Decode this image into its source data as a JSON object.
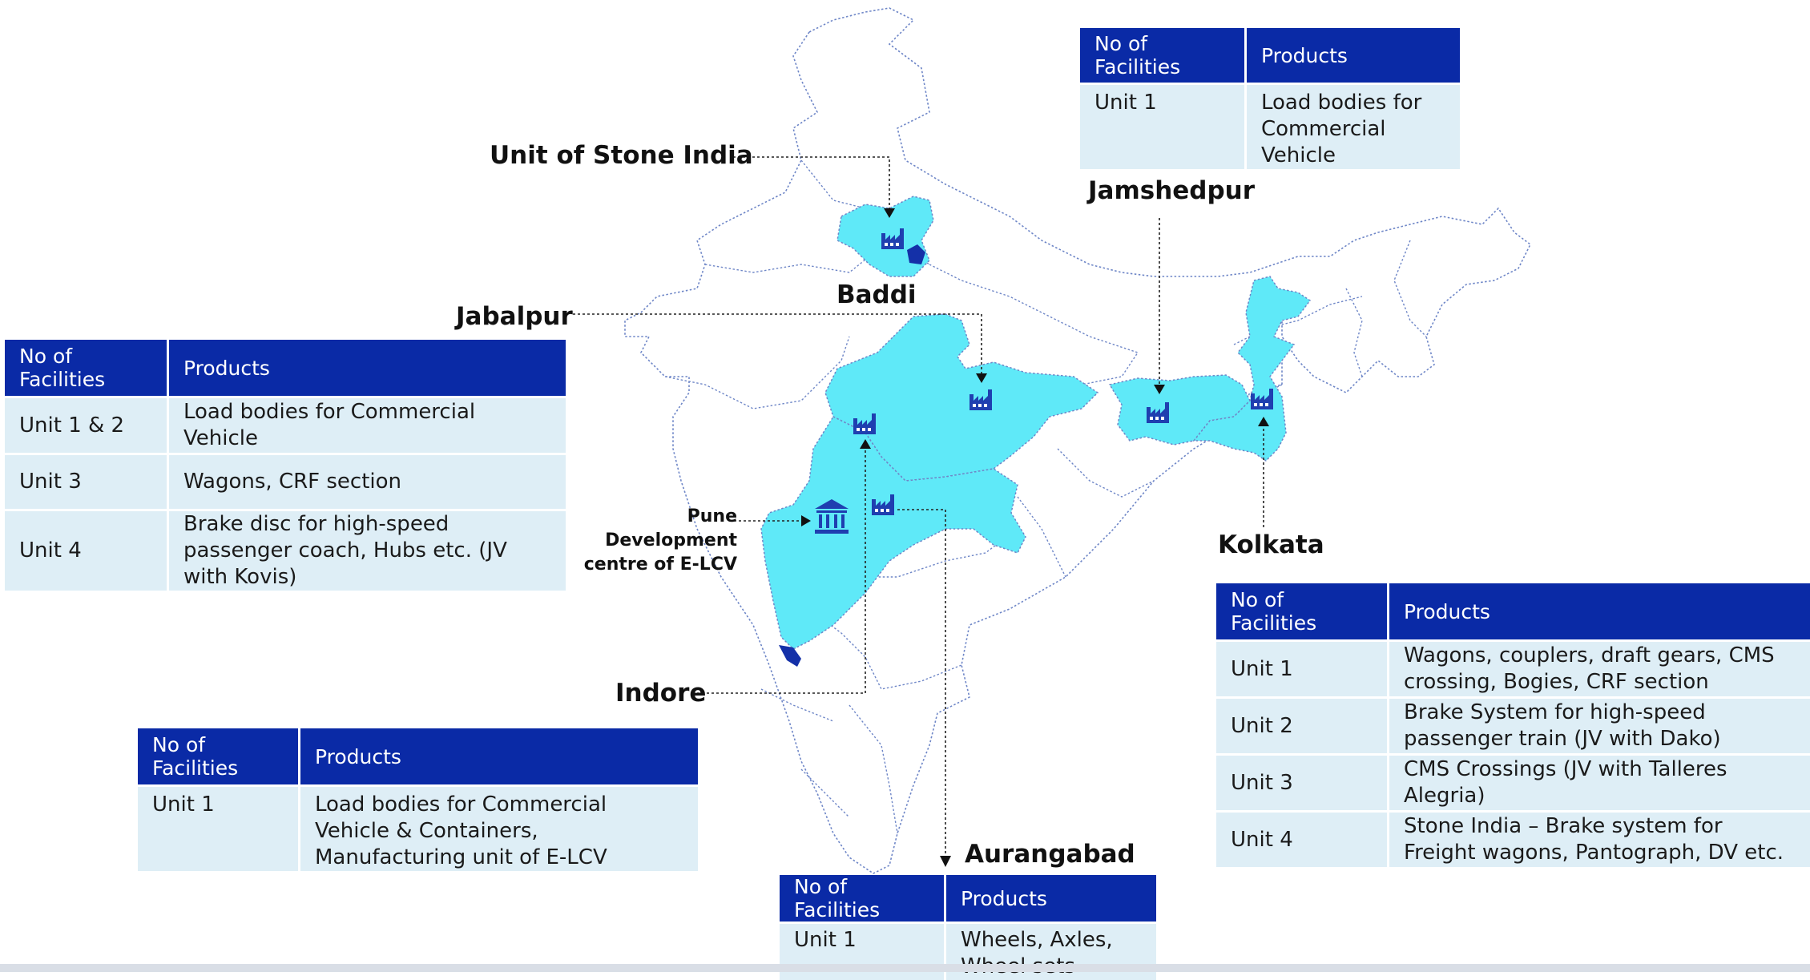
{
  "colors": {
    "header_blue": "#0a2aa6",
    "cell_bg": "#deeef6",
    "highlight_state": "#5fe9f8",
    "border_dotted": "#6e86c7",
    "icon_blue": "#1f3fb0"
  },
  "locations": {
    "stone_india": "Unit of Stone India",
    "baddi": "Baddi",
    "jabalpur": "Jabalpur",
    "jamshedpur": "Jamshedpur",
    "kolkata": "Kolkata",
    "indore": "Indore",
    "aurangabad": "Aurangabad",
    "pune": [
      "Pune",
      "Development",
      "centre of E-LCV"
    ]
  },
  "icons": [
    "factory-icon",
    "institution-icon"
  ],
  "tables": {
    "jamshedpur": {
      "headers": [
        "No of Facilities",
        "Products"
      ],
      "rows": [
        [
          "Unit 1",
          "Load bodies for Commercial Vehicle"
        ]
      ]
    },
    "jabalpur": {
      "headers": [
        "No of Facilities",
        "Products"
      ],
      "rows": [
        [
          "Unit 1 & 2",
          "Load bodies for Commercial Vehicle"
        ],
        [
          "Unit 3",
          "Wagons, CRF section"
        ],
        [
          "Unit 4",
          "Brake disc for high-speed passenger coach, Hubs etc. (JV with Kovis)"
        ]
      ]
    },
    "kolkata": {
      "headers": [
        "No of Facilities",
        "Products"
      ],
      "rows": [
        [
          "Unit 1",
          "Wagons, couplers, draft gears, CMS crossing, Bogies, CRF section"
        ],
        [
          "Unit 2",
          "Brake System for high-speed passenger train (JV with Dako)"
        ],
        [
          "Unit 3",
          "CMS Crossings (JV with Talleres Alegria)"
        ],
        [
          "Unit 4",
          "Stone India – Brake system for Freight wagons, Pantograph, DV etc."
        ]
      ]
    },
    "indore": {
      "headers": [
        "No of Facilities",
        "Products"
      ],
      "rows": [
        [
          "Unit 1",
          "Load bodies for Commercial Vehicle & Containers, Manufacturing unit of E-LCV"
        ]
      ]
    },
    "aurangabad": {
      "headers": [
        "No of Facilities",
        "Products"
      ],
      "rows": [
        [
          "Unit 1",
          "Wheels, Axles, Wheel sets"
        ]
      ]
    }
  }
}
